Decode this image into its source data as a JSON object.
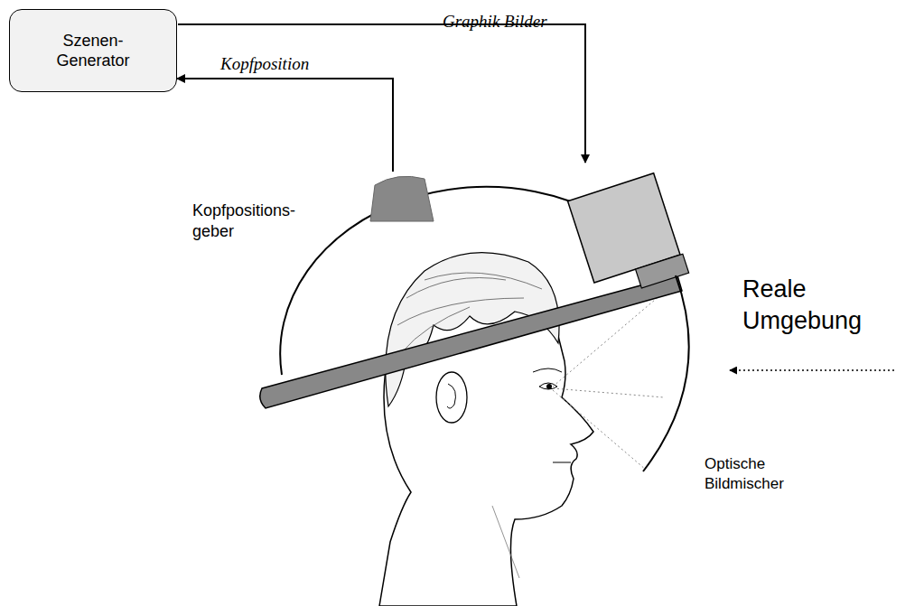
{
  "diagram": {
    "nodes": [
      {
        "text": [
          "Szenen- Generator"
        ]
      },
      {
        "text": [
          "Kopfpositions- geber"
        ]
      }
    ],
    "edges": [
      {
        "from": 1,
        "to": 0,
        "label": "Kopfposition",
        "arrow": "to"
      }
    ],
    "labels": [
      "Graphik Bilder",
      "Reale Umgebung",
      "Optische Bildmischer"
    ]
  }
}
